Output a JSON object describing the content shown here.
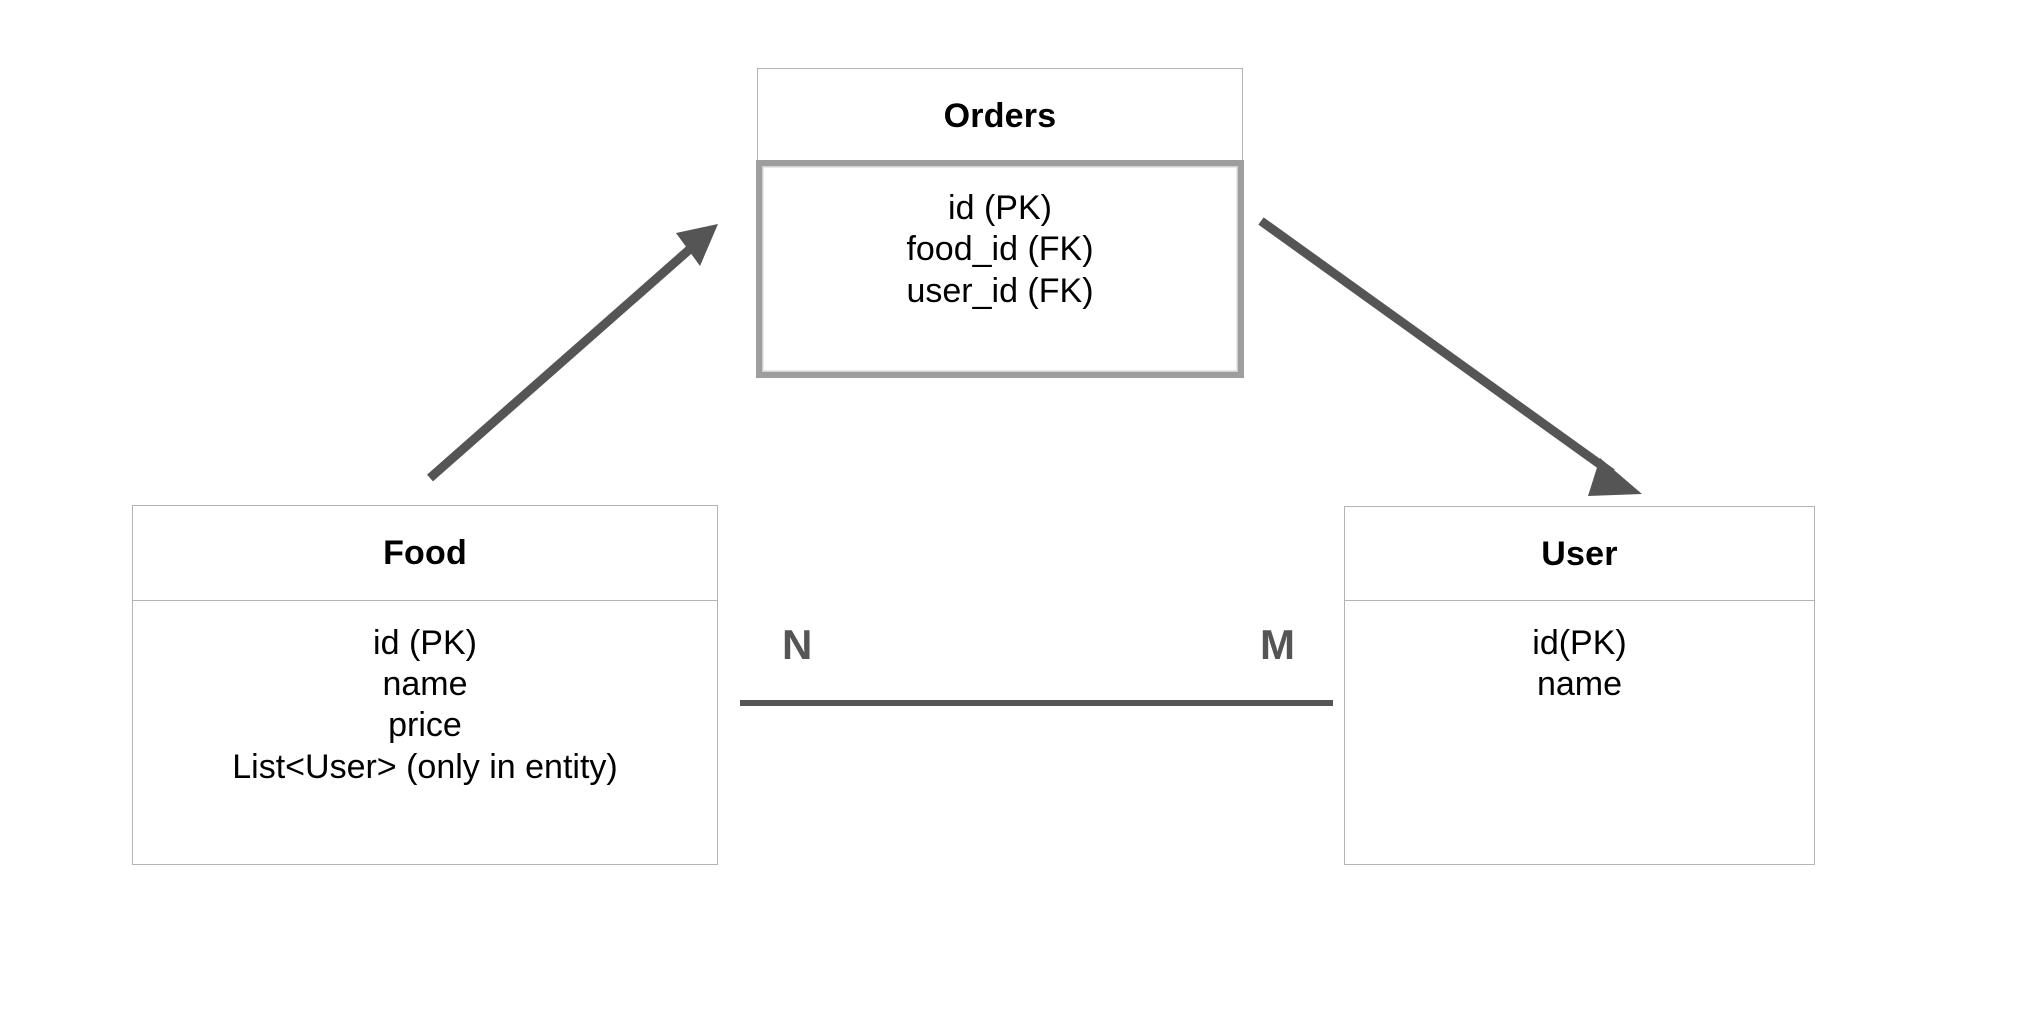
{
  "diagram": {
    "kind": "entity-relationship-diagram",
    "background_color": "#ffffff",
    "entities": [
      {
        "id": "orders",
        "title": "Orders",
        "attributes": [
          "id (PK)",
          "food_id (FK)",
          "user_id (FK)"
        ],
        "border_color": "#9e9e9e",
        "emphasised": true
      },
      {
        "id": "food",
        "title": "Food",
        "attributes": [
          "id (PK)",
          "name",
          "price",
          "List<User> (only in entity)"
        ],
        "border_color": "#b3b3b3",
        "emphasised": false
      },
      {
        "id": "user",
        "title": "User",
        "attributes": [
          "id(PK)",
          "name"
        ],
        "border_color": "#b3b3b3",
        "emphasised": false
      }
    ],
    "relationship": {
      "left_cardinality": "N",
      "right_cardinality": "M",
      "line_color": "#555555"
    },
    "arrows": [
      {
        "id": "food-to-orders",
        "color": "#555555"
      },
      {
        "id": "orders-to-user",
        "color": "#555555"
      }
    ]
  }
}
